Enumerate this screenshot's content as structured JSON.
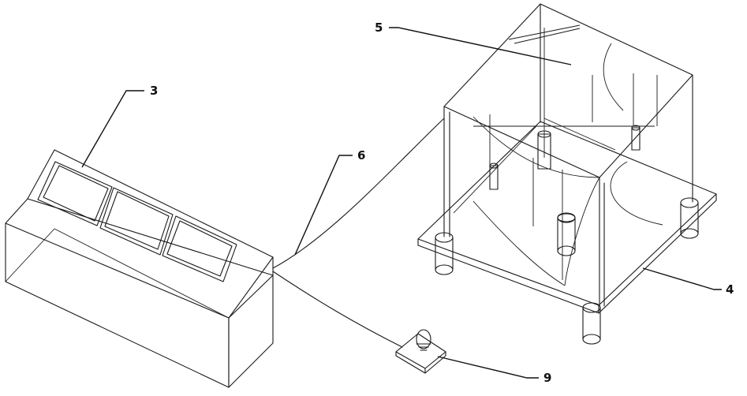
{
  "figure": {
    "labels": [
      {
        "id": "3",
        "text": "3"
      },
      {
        "id": "4",
        "text": "4"
      },
      {
        "id": "5",
        "text": "5"
      },
      {
        "id": "6",
        "text": "6"
      },
      {
        "id": "9",
        "text": "9"
      }
    ],
    "colors": {
      "line": "#1a1a1a",
      "background": "#ffffff"
    }
  }
}
